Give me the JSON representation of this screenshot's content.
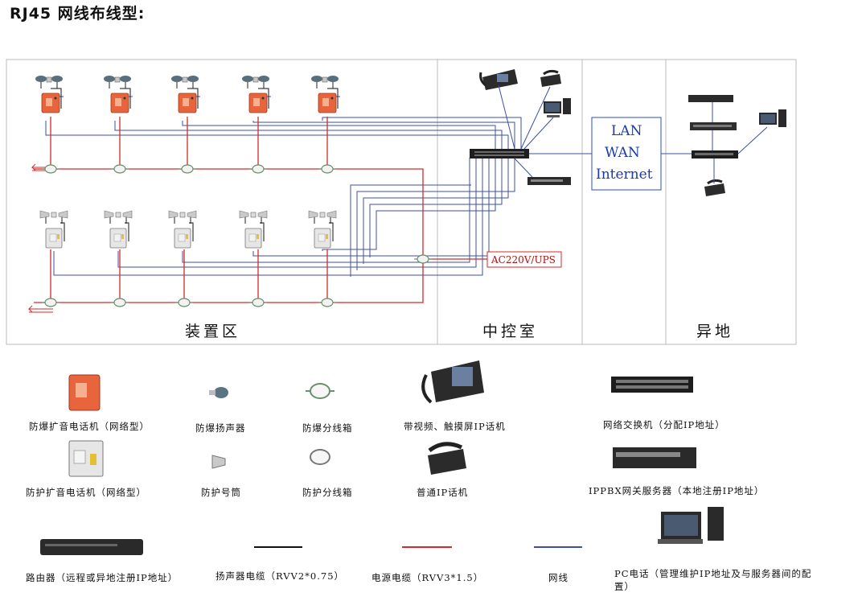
{
  "title": "RJ45 网线布线型:",
  "zones": {
    "field": "装置区",
    "control": "中控室",
    "remote": "异地"
  },
  "network_box": {
    "line1": "LAN",
    "line2": "WAN",
    "line3": "Internet"
  },
  "power_label": "AC220V/UPS",
  "legend": {
    "exp_phone": "防爆扩音电话机（网络型）",
    "exp_speaker": "防爆扬声器",
    "exp_junction": "防爆分线箱",
    "video_phone": "带视频、触摸屏IP话机",
    "switch": "网络交换机（分配IP地址）",
    "prot_phone": "防护扩音电话机（网络型）",
    "prot_horn": "防护号筒",
    "prot_junction": "防护分线箱",
    "ip_phone": "普通IP话机",
    "ippbx": "IPPBX网关服务器（本地注册IP地址）",
    "router": "路由器（远程或异地注册IP地址）",
    "speaker_cable": "扬声器电缆（RVV2*0.75）",
    "power_cable": "电源电缆（RVV3*1.5）",
    "network_cable": "网线",
    "pc_phone": "PC电话（管理维护IP地址及与服务器间的配置）"
  },
  "colors": {
    "power_line": "#d42a2a",
    "network_line": "#3c4fa6",
    "speaker_line": "#111111",
    "explosion_proof_box": "#e8643c",
    "network_box_border": "#2b4fc4"
  }
}
